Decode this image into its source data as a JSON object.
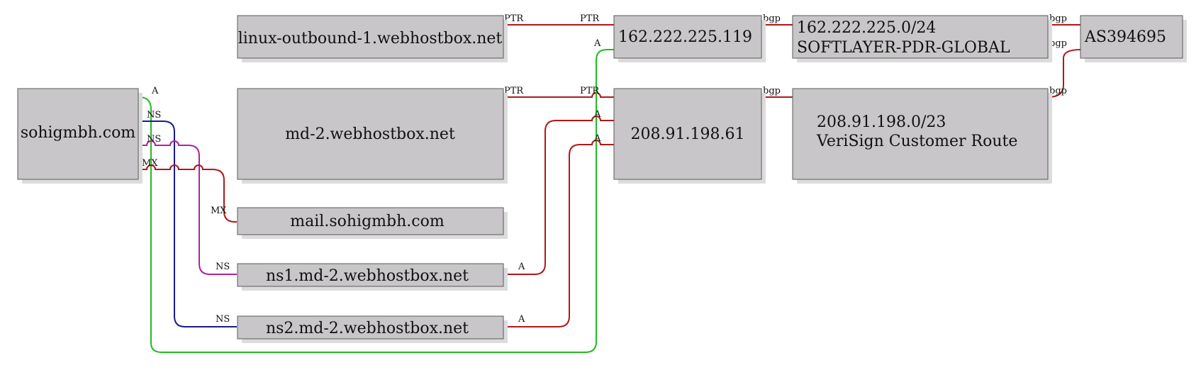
{
  "colors": {
    "ptr": "#b01818",
    "bgp": "#b01818",
    "a_red": "#b01818",
    "a_green": "#22bb22",
    "ns_blue": "#1a1a8c",
    "ns_magenta": "#b0229e",
    "mx": "#b01818"
  },
  "nodes": {
    "sohigmbh": {
      "label": "sohigmbh.com"
    },
    "linux_outbound": {
      "label": "linux-outbound-1.webhostbox.net"
    },
    "md2": {
      "label": "md-2.webhostbox.net"
    },
    "mail": {
      "label": "mail.sohigmbh.com"
    },
    "ns1": {
      "label": "ns1.md-2.webhostbox.net"
    },
    "ns2": {
      "label": "ns2.md-2.webhostbox.net"
    },
    "ip1": {
      "label": "162.222.225.119"
    },
    "ip2": {
      "label": "208.91.198.61"
    },
    "prefix1": {
      "line1": "162.222.225.0/24",
      "line2": "SOFTLAYER-PDR-GLOBAL"
    },
    "prefix2": {
      "line1": "208.91.198.0/23",
      "line2": "VeriSign Customer Route"
    },
    "asn": {
      "label": "AS394695"
    }
  },
  "edge_labels": {
    "a": "A",
    "ns": "NS",
    "mx": "MX",
    "ptr": "PTR",
    "bgp": "bgp"
  }
}
